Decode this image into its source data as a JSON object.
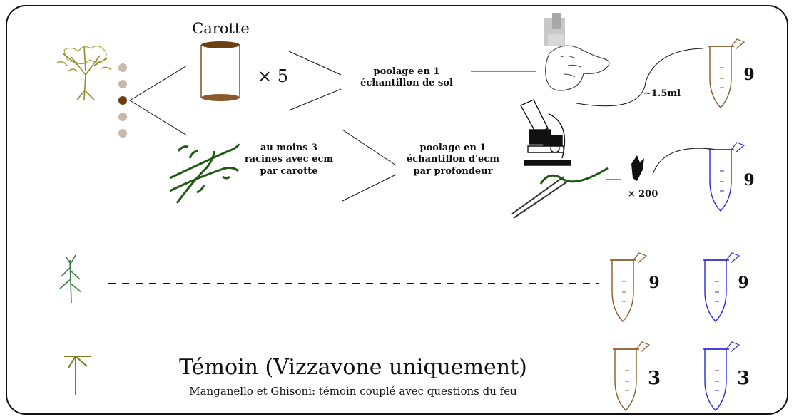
{
  "carotte": {
    "title": "Carotte",
    "multiplier": "× 5"
  },
  "soil": {
    "pool_label": "poolage en 1\néchantillon de sol",
    "volume": "~1.5ml",
    "tube_count": "9"
  },
  "roots": {
    "roots_label": "au moins 3\nracines avec ecm\npar carotte",
    "pool_label": "poolage en 1\néchantillon d'ecm\npar profondeur",
    "magnification": "× 200",
    "tube_count": "9"
  },
  "seedling_row": {
    "brown_count": "9",
    "blue_count": "9"
  },
  "temoin": {
    "title": "Témoin (Vizzavone uniquement)",
    "subtitle": "Manganello et Ghisoni: témoin couplé avec questions du feu",
    "brown_count": "3",
    "blue_count": "3"
  },
  "colors": {
    "brown_tube": "#8a5a2b",
    "blue_tube": "#2b2bd6",
    "root_green": "#1f5a12",
    "dot_dark": "#6b3f12",
    "dot_light": "#c9b9a8"
  }
}
